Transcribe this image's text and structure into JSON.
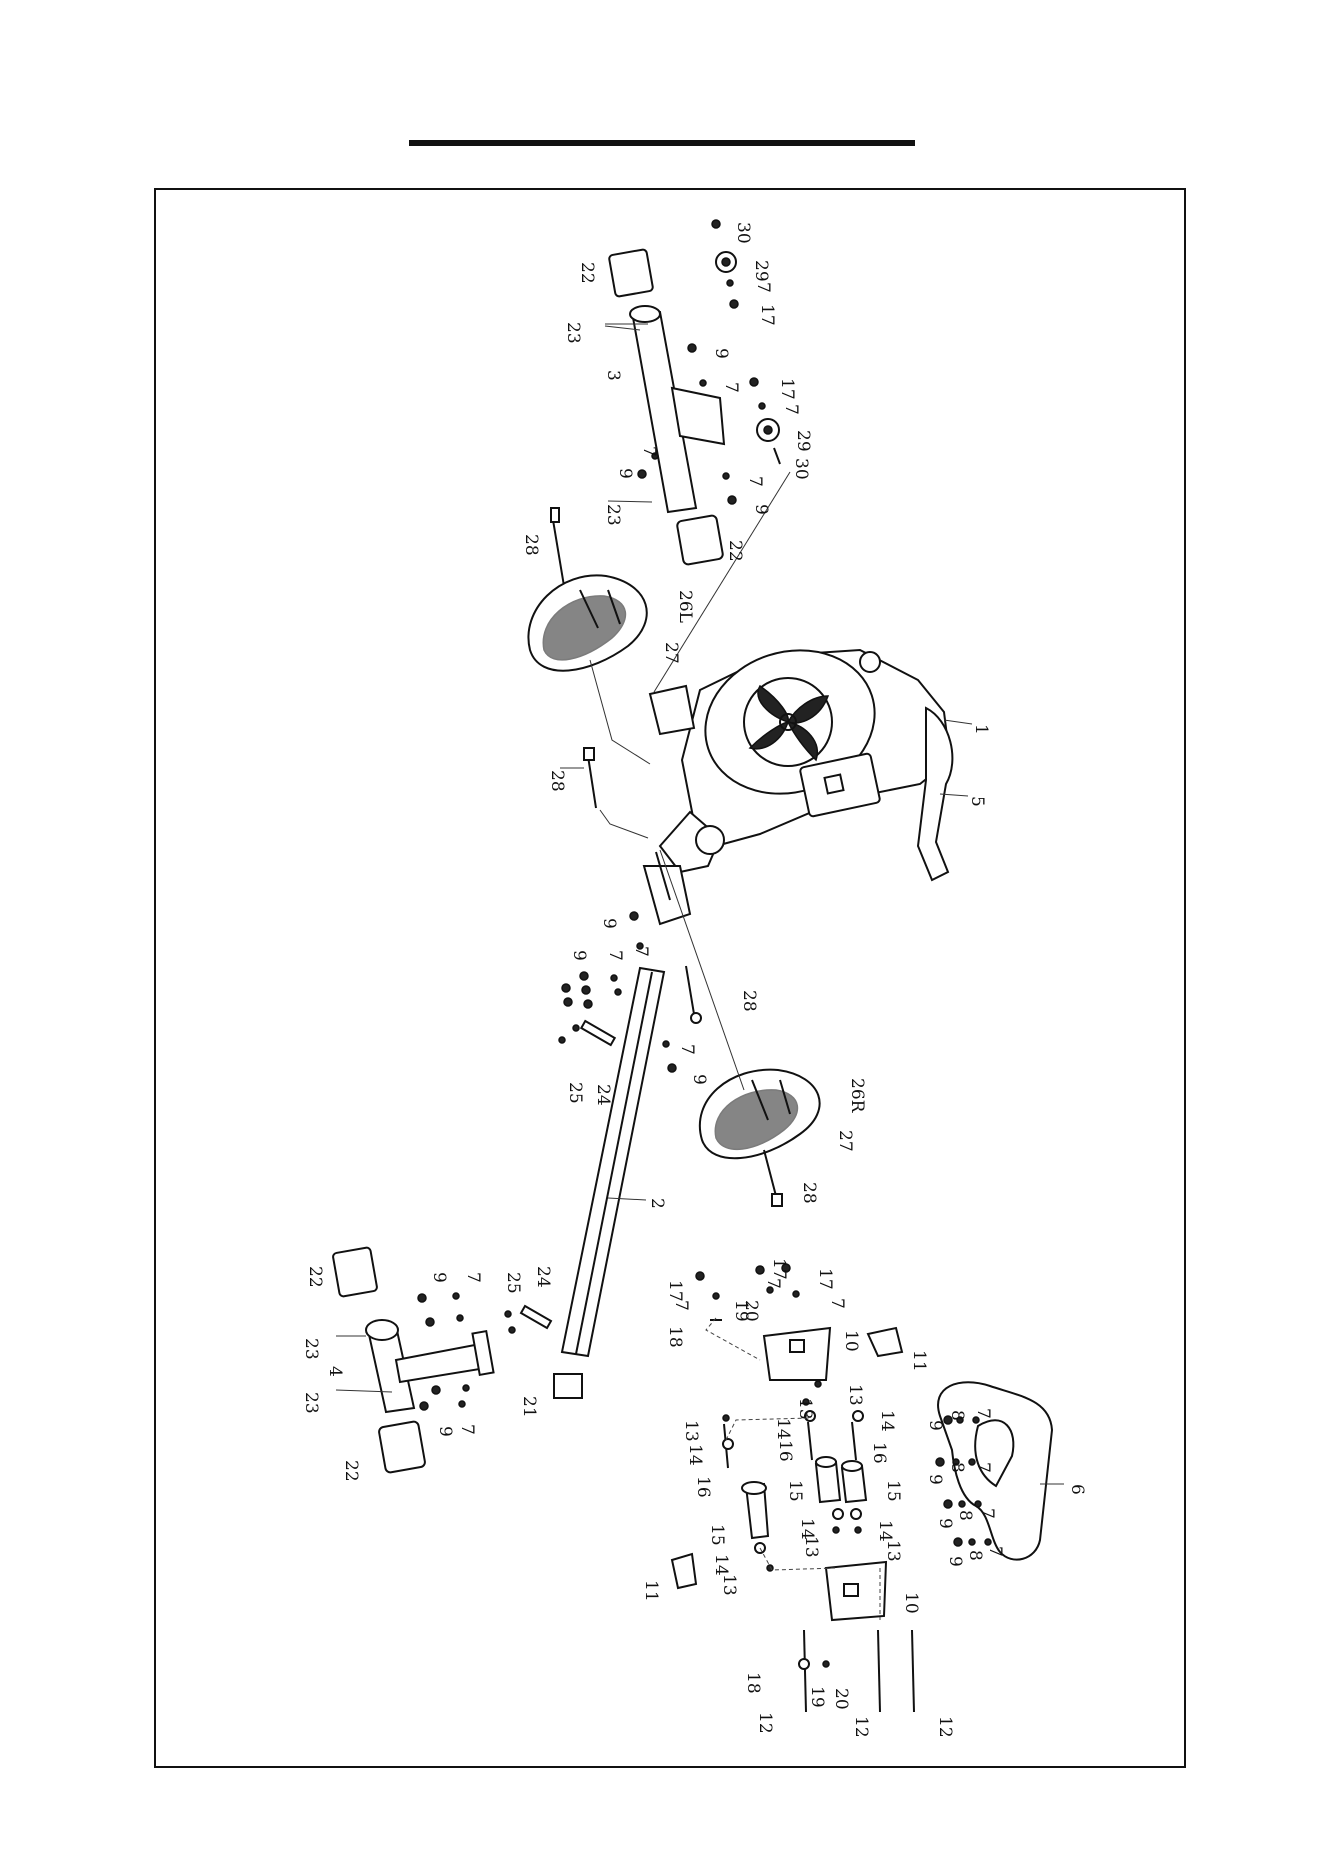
{
  "callouts": [
    {
      "id": "c30a",
      "text": "30"
    },
    {
      "id": "c29a",
      "text": "29"
    },
    {
      "id": "c7a",
      "text": "7"
    },
    {
      "id": "c17a",
      "text": "17"
    },
    {
      "id": "c22a",
      "text": "22"
    },
    {
      "id": "c23a",
      "text": "23"
    },
    {
      "id": "c3",
      "text": "3"
    },
    {
      "id": "c9a",
      "text": "9"
    },
    {
      "id": "c7b",
      "text": "7"
    },
    {
      "id": "c17b",
      "text": "17"
    },
    {
      "id": "c7c",
      "text": "7"
    },
    {
      "id": "c29b",
      "text": "29"
    },
    {
      "id": "c30b",
      "text": "30"
    },
    {
      "id": "c7d",
      "text": "7"
    },
    {
      "id": "c9b",
      "text": "9"
    },
    {
      "id": "c7e",
      "text": "7"
    },
    {
      "id": "c9c",
      "text": "9"
    },
    {
      "id": "c23b",
      "text": "23"
    },
    {
      "id": "c22b",
      "text": "22"
    },
    {
      "id": "c28a",
      "text": "28"
    },
    {
      "id": "c26l",
      "text": "26L"
    },
    {
      "id": "c27a",
      "text": "27"
    },
    {
      "id": "c1",
      "text": "1"
    },
    {
      "id": "c5",
      "text": "5"
    },
    {
      "id": "c28b",
      "text": "28"
    },
    {
      "id": "c9d",
      "text": "9"
    },
    {
      "id": "c7f",
      "text": "7"
    },
    {
      "id": "c9e",
      "text": "9"
    },
    {
      "id": "c7g",
      "text": "7"
    },
    {
      "id": "c28c",
      "text": "28"
    },
    {
      "id": "c7h",
      "text": "7"
    },
    {
      "id": "c9f",
      "text": "9"
    },
    {
      "id": "c25a",
      "text": "25"
    },
    {
      "id": "c24a",
      "text": "24"
    },
    {
      "id": "c26r",
      "text": "26R"
    },
    {
      "id": "c27b",
      "text": "27"
    },
    {
      "id": "c28d",
      "text": "28"
    },
    {
      "id": "c2",
      "text": "2"
    },
    {
      "id": "c22c",
      "text": "22"
    },
    {
      "id": "c9g",
      "text": "9"
    },
    {
      "id": "c7i",
      "text": "7"
    },
    {
      "id": "c25b",
      "text": "25"
    },
    {
      "id": "c24b",
      "text": "24"
    },
    {
      "id": "c23c",
      "text": "23"
    },
    {
      "id": "c4",
      "text": "4"
    },
    {
      "id": "c23d",
      "text": "23"
    },
    {
      "id": "c9h",
      "text": "9"
    },
    {
      "id": "c7j",
      "text": "7"
    },
    {
      "id": "c22d",
      "text": "22"
    },
    {
      "id": "c21",
      "text": "21"
    },
    {
      "id": "c17c",
      "text": "17"
    },
    {
      "id": "c7k",
      "text": "7"
    },
    {
      "id": "c17d",
      "text": "17"
    },
    {
      "id": "c17e",
      "text": "17"
    },
    {
      "id": "c7l",
      "text": "7"
    },
    {
      "id": "c20a",
      "text": "20"
    },
    {
      "id": "c19a",
      "text": "19"
    },
    {
      "id": "c18a",
      "text": "18"
    },
    {
      "id": "c7m",
      "text": "7"
    },
    {
      "id": "c10a",
      "text": "10"
    },
    {
      "id": "c11a",
      "text": "11"
    },
    {
      "id": "c13a",
      "text": "13"
    },
    {
      "id": "c13b",
      "text": "13"
    },
    {
      "id": "c14a",
      "text": "14"
    },
    {
      "id": "c14b",
      "text": "14"
    },
    {
      "id": "c16a",
      "text": "16"
    },
    {
      "id": "c16b",
      "text": "16"
    },
    {
      "id": "c13c",
      "text": "13"
    },
    {
      "id": "c14c",
      "text": "14"
    },
    {
      "id": "c16c",
      "text": "16"
    },
    {
      "id": "c15a",
      "text": "15"
    },
    {
      "id": "c15b",
      "text": "15"
    },
    {
      "id": "c15c",
      "text": "15"
    },
    {
      "id": "c14d",
      "text": "14"
    },
    {
      "id": "c14e",
      "text": "14"
    },
    {
      "id": "c13d",
      "text": "13"
    },
    {
      "id": "c13e",
      "text": "13"
    },
    {
      "id": "c14f",
      "text": "14"
    },
    {
      "id": "c13f",
      "text": "13"
    },
    {
      "id": "c11b",
      "text": "11"
    },
    {
      "id": "c10b",
      "text": "10"
    },
    {
      "id": "c18b",
      "text": "18"
    },
    {
      "id": "c19b",
      "text": "19"
    },
    {
      "id": "c20b",
      "text": "20"
    },
    {
      "id": "c12a",
      "text": "12"
    },
    {
      "id": "c12b",
      "text": "12"
    },
    {
      "id": "c12c",
      "text": "12"
    },
    {
      "id": "c6",
      "text": "6"
    },
    {
      "id": "c9i",
      "text": "9"
    },
    {
      "id": "c8a",
      "text": "8"
    },
    {
      "id": "c7n",
      "text": "7"
    },
    {
      "id": "c9j",
      "text": "9"
    },
    {
      "id": "c8b",
      "text": "8"
    },
    {
      "id": "c7o",
      "text": "7"
    },
    {
      "id": "c9k",
      "text": "9"
    },
    {
      "id": "c8c",
      "text": "8"
    },
    {
      "id": "c7p",
      "text": "7"
    },
    {
      "id": "c9l",
      "text": "9"
    },
    {
      "id": "c8d",
      "text": "8"
    },
    {
      "id": "c7q",
      "text": "7"
    }
  ]
}
